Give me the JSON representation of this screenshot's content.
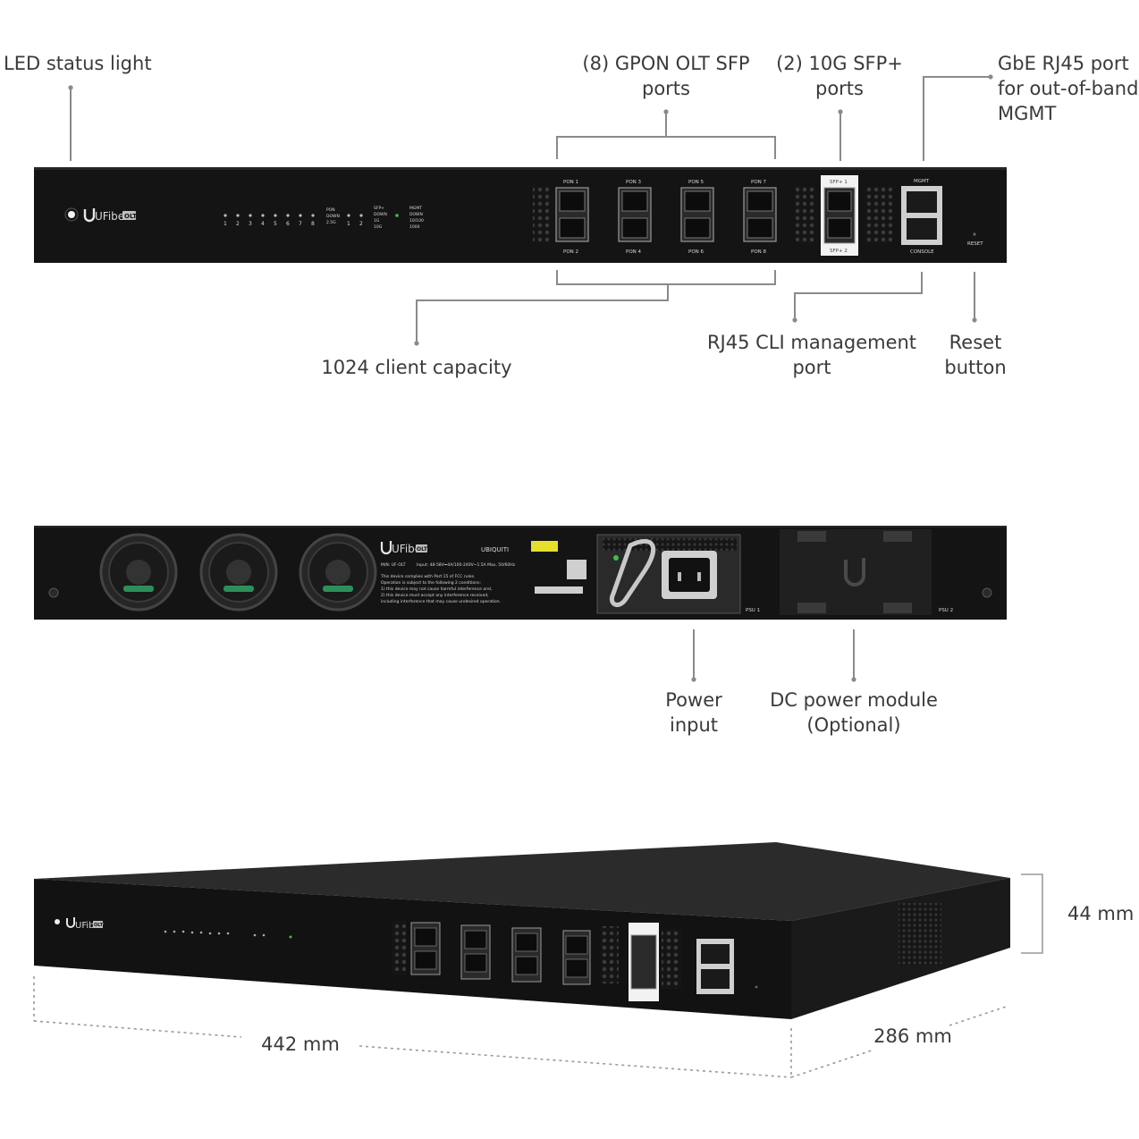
{
  "callouts": {
    "led": {
      "lines": [
        "LED status light"
      ]
    },
    "gpon": {
      "lines": [
        "(8) GPON OLT SFP",
        "ports"
      ]
    },
    "sfp_plus": {
      "lines": [
        "(2) 10G SFP+",
        "ports"
      ]
    },
    "gbe_mgmt": {
      "lines": [
        "GbE RJ45 port",
        "for out-of-band",
        "MGMT"
      ]
    },
    "capacity": {
      "lines": [
        "1024 client capacity"
      ]
    },
    "rj45_cli": {
      "lines": [
        "RJ45 CLI management",
        "port"
      ]
    },
    "reset": {
      "lines": [
        "Reset",
        "button"
      ]
    },
    "power_input": {
      "lines": [
        "Power",
        "input"
      ]
    },
    "dc_module": {
      "lines": [
        "DC power module",
        "(Optional)"
      ]
    }
  },
  "dimensions": {
    "height": "44 mm",
    "width": "442 mm",
    "depth": "286 mm"
  },
  "front_panel": {
    "brand": "UFiber",
    "model_badge": "OLT",
    "led_numbers": [
      "1",
      "2",
      "3",
      "4",
      "5",
      "6",
      "7",
      "8"
    ],
    "pon_legend": [
      "PON",
      "DOWN",
      "2.5G"
    ],
    "sfp_legend": [
      "SFP+",
      "DOWN",
      "1G",
      "10G"
    ],
    "sfp_numbers": [
      "1",
      "2"
    ],
    "mgmt_legend": [
      "MGMT",
      "DOWN",
      "10/100",
      "1000"
    ],
    "pon_top": [
      "PON 1",
      "PON 3",
      "PON 5",
      "PON 7"
    ],
    "pon_bottom": [
      "PON 2",
      "PON 4",
      "PON 6",
      "PON 8"
    ],
    "sfp_top": "SFP+ 1",
    "sfp_bottom": "SFP+ 2",
    "mgmt": "MGMT",
    "console": "CONSOLE",
    "reset": "RESET"
  },
  "rear_panel": {
    "brand": "UFiber",
    "model_badge": "OLT",
    "vendor": "UBIQUITI",
    "model_line": "M/N: UF-OLT",
    "input_line": "Input: 48-58V⎓4A/100-240V~1.5A Max, 50/60Hz",
    "fcc_lines": [
      "This device complies with Part 15 of FCC rules.",
      "Operation is subject to the following 2 conditions:",
      "1) this device may not cause harmful interference and,",
      "2) this device must accept any interference received,",
      "   including interference that may cause undesired operation."
    ],
    "psu1": "PSU 1",
    "psu2": "PSU 2"
  },
  "colors": {
    "chassis": "#141414",
    "text": "#3a3a3a",
    "leader": "#8a8a8a",
    "led_green": "#3fbf4a",
    "led_red": "#d0322d"
  }
}
